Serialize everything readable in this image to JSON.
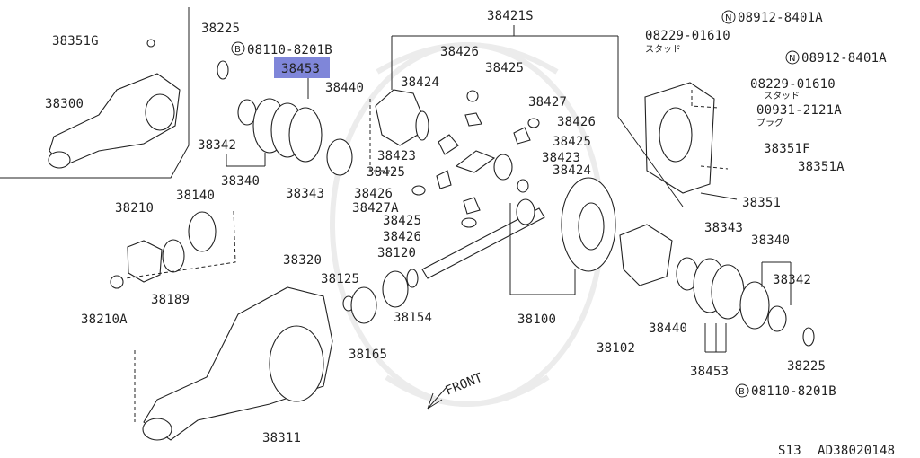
{
  "parts": {
    "p38351G": "38351G",
    "p38300": "38300",
    "p38225_top": "38225",
    "p08110_top": "08110-8201B",
    "p38453_top": "38453",
    "p38440_top": "38440",
    "p38342_top": "38342",
    "p38340_top": "38340",
    "p38343_top": "38343",
    "p38421S": "38421S",
    "p38426_a": "38426",
    "p38425_a": "38425",
    "p38424_a": "38424",
    "p38427": "38427",
    "p38426_b": "38426",
    "p38425_b": "38425",
    "p38423_a": "38423",
    "p38423_b": "38423",
    "p38425_c": "38425",
    "p38424_b": "38424",
    "p38426_c": "38426",
    "p38427A": "38427A",
    "p38425_d": "38425",
    "p38426_d": "38426",
    "p08229_a": "08229-01610",
    "stud_a": "スタッド",
    "p08912_a": "08912-8401A",
    "p08912_b": "08912-8401A",
    "p08229_b": "08229-01610",
    "stud_b": "スタッド",
    "p00931": "00931-2121A",
    "plug": "プラグ",
    "p38351F": "38351F",
    "p38351A": "38351A",
    "p38351": "38351",
    "p38140": "38140",
    "p38210": "38210",
    "p38189": "38189",
    "p38210A": "38210A",
    "p38320": "38320",
    "p38125": "38125",
    "p38120": "38120",
    "p38154": "38154",
    "p38165": "38165",
    "p38311": "38311",
    "p38100": "38100",
    "p38102": "38102",
    "p38343_bot": "38343",
    "p38340_bot": "38340",
    "p38342_bot": "38342",
    "p38440_bot": "38440",
    "p38453_bot": "38453",
    "p38225_bot": "38225",
    "p08110_bot": "08110-8201B",
    "front": "FRONT",
    "footer_left": "S13",
    "footer_right": "AD38020148",
    "badge_b": "B",
    "badge_n": "N"
  },
  "colors": {
    "highlight": "#7f86d9",
    "line": "#222222"
  }
}
